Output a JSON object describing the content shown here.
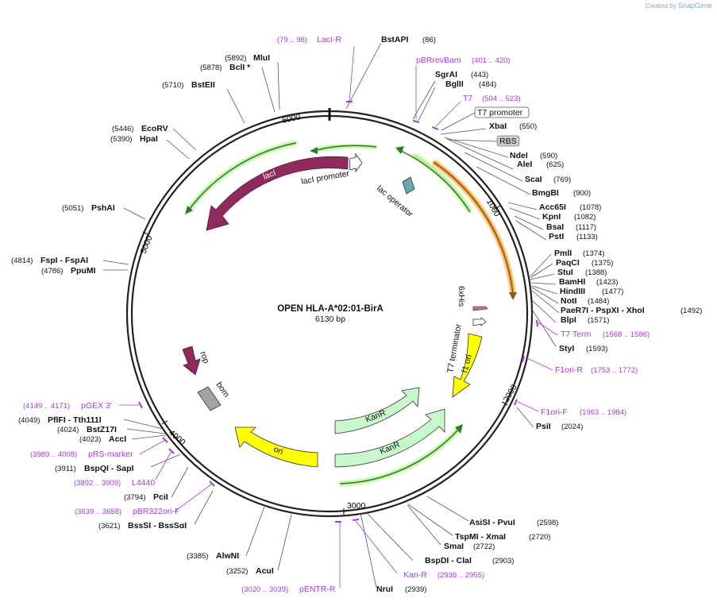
{
  "credit": {
    "prefix": "Created by",
    "brand": "SnapGene"
  },
  "title": "OPEN HLA-A*02:01-BirA",
  "length": "6130 bp",
  "ruler": [
    "1000",
    "2000",
    "3000",
    "4000",
    "5000",
    "6000"
  ],
  "enzymes": [
    {
      "name": "BstAPI",
      "pos": "(86)"
    },
    {
      "name": "SgrAI",
      "pos": "(443)"
    },
    {
      "name": "BglII",
      "pos": "(484)"
    },
    {
      "name": "XbaI",
      "pos": "(550)"
    },
    {
      "name": "NdeI",
      "pos": "(590)"
    },
    {
      "name": "AleI",
      "pos": "(625)"
    },
    {
      "name": "ScaI",
      "pos": "(769)"
    },
    {
      "name": "BmgBI",
      "pos": "(900)"
    },
    {
      "name": "Acc65I",
      "pos": "(1078)"
    },
    {
      "name": "KpnI",
      "pos": "(1082)"
    },
    {
      "name": "BsaI",
      "pos": "(1117)"
    },
    {
      "name": "PstI",
      "pos": "(1133)"
    },
    {
      "name": "PmlI",
      "pos": "(1374)"
    },
    {
      "name": "PaqCI",
      "pos": "(1375)"
    },
    {
      "name": "StuI",
      "pos": "(1388)"
    },
    {
      "name": "BamHI",
      "pos": "(1423)"
    },
    {
      "name": "HindIII",
      "pos": "(1477)"
    },
    {
      "name": "NotI",
      "pos": "(1484)"
    },
    {
      "name": "PaeR7I - PspXI - XhoI",
      "pos": "(1492)"
    },
    {
      "name": "BlpI",
      "pos": "(1571)"
    },
    {
      "name": "StyI",
      "pos": "(1593)"
    },
    {
      "name": "PsiI",
      "pos": "(2024)"
    },
    {
      "name": "AsiSI - PvuI",
      "pos": "(2598)"
    },
    {
      "name": "TspMI - XmaI",
      "pos": "(2720)"
    },
    {
      "name": "SmaI",
      "pos": "(2722)"
    },
    {
      "name": "BspDI - ClaI",
      "pos": "(2903)"
    },
    {
      "name": "NruI",
      "pos": "(2939)"
    },
    {
      "name": "AcuI",
      "pos": "(3252)"
    },
    {
      "name": "AlwNI",
      "pos": "(3385)"
    },
    {
      "name": "BssSI - BssSαI",
      "pos": "(3621)"
    },
    {
      "name": "PciI",
      "pos": "(3794)"
    },
    {
      "name": "BspQI - SapI",
      "pos": "(3911)"
    },
    {
      "name": "AccI",
      "pos": "(4023)"
    },
    {
      "name": "BstZ17I",
      "pos": "(4024)"
    },
    {
      "name": "PflFI - Tth111I",
      "pos": "(4049)"
    },
    {
      "name": "PpuMI",
      "pos": "(4786)"
    },
    {
      "name": "FspI - FspAI",
      "pos": "(4814)"
    },
    {
      "name": "PshAI",
      "pos": "(5051)"
    },
    {
      "name": "HpaI",
      "pos": "(5390)"
    },
    {
      "name": "EcoRV",
      "pos": "(5446)"
    },
    {
      "name": "BstEII",
      "pos": "(5710)"
    },
    {
      "name": "BclI *",
      "pos": "(5878)"
    },
    {
      "name": "MluI",
      "pos": "(5892)"
    }
  ],
  "primers": [
    {
      "name": "LacI-R",
      "range": "(79 .. 98)"
    },
    {
      "name": "pBRrevBam",
      "range": "(401 .. 420)"
    },
    {
      "name": "T7",
      "range": "(504 .. 523)"
    },
    {
      "name": "T7 Term",
      "range": "(1568 .. 1586)"
    },
    {
      "name": "F1ori-R",
      "range": "(1753 .. 1772)"
    },
    {
      "name": "F1ori-F",
      "range": "(1963 .. 1984)"
    },
    {
      "name": "Kan-R",
      "range": "(2936 .. 2955)"
    },
    {
      "name": "pENTR-R",
      "range": "(3020 .. 3039)"
    },
    {
      "name": "pBR322ori-F",
      "range": "(3639 .. 3658)"
    },
    {
      "name": "L4440",
      "range": "(3892 .. 3909)"
    },
    {
      "name": "pRS-marker",
      "range": "(3989 .. 4008)"
    },
    {
      "name": "pGEX 3'",
      "range": "(4149 .. 4171)"
    }
  ],
  "boxed_features": [
    "T7 promoter",
    "RBS"
  ],
  "features": {
    "laci": "lacI",
    "laci_promoter": "lacI promoter",
    "lac_operator": "lac operator",
    "his": "6xHis",
    "t7_terminator": "T7 terminator",
    "f1ori": "f1 ori",
    "kanr1": "KanR",
    "kanr2": "KanR",
    "ori": "ori",
    "rop": "rop",
    "bom": "bom"
  },
  "colors": {
    "laci": "#8e2a5e",
    "yellow": "#ffff00",
    "kan": "#c9f7cc",
    "orange": "#f0a030",
    "green_arrow": "#2e7d1e",
    "primer": "#a43cd6",
    "bom": "#9ea4a8"
  }
}
